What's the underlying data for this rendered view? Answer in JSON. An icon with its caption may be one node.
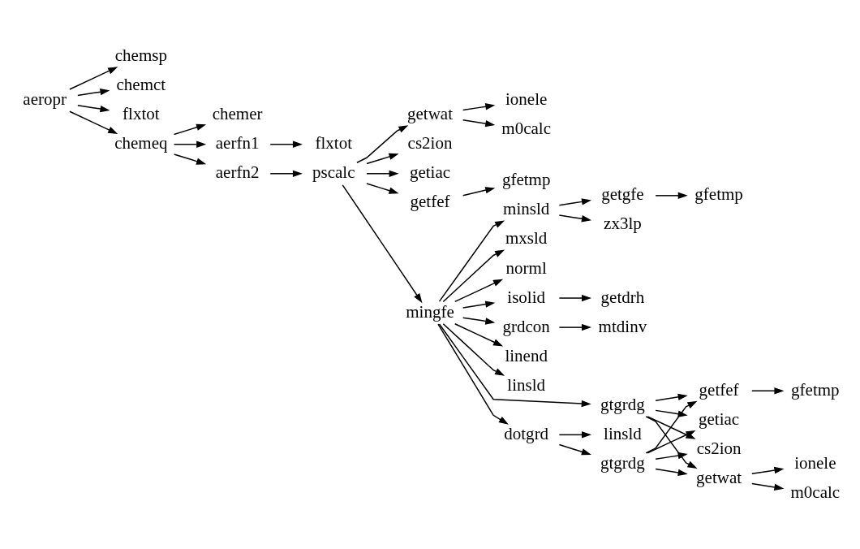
{
  "diagram": {
    "nodes": [
      {
        "text": [
          "aeropr"
        ]
      },
      {
        "text": [
          "chemsp"
        ]
      },
      {
        "text": [
          "chemct"
        ]
      },
      {
        "text": [
          "flxtot"
        ]
      },
      {
        "text": [
          "chemeq"
        ]
      },
      {
        "text": [
          "chemer"
        ]
      },
      {
        "text": [
          "aerfn1"
        ]
      },
      {
        "text": [
          "flxtot"
        ]
      },
      {
        "text": [
          "aerfn2"
        ]
      },
      {
        "text": [
          "pscalc"
        ]
      },
      {
        "text": [
          "getwat"
        ]
      },
      {
        "text": [
          "ionele"
        ]
      },
      {
        "text": [
          "cs2ion"
        ]
      },
      {
        "text": [
          "m0calc"
        ]
      },
      {
        "text": [
          "getiac"
        ]
      },
      {
        "text": [
          "getfef"
        ]
      },
      {
        "text": [
          "gfetmp"
        ]
      },
      {
        "text": [
          "mingfe"
        ]
      },
      {
        "text": [
          "minsld"
        ]
      },
      {
        "text": [
          "getgfe"
        ]
      },
      {
        "text": [
          "gfetmp"
        ]
      },
      {
        "text": [
          "mxsld"
        ]
      },
      {
        "text": [
          "zx3lp"
        ]
      },
      {
        "text": [
          "norml"
        ]
      },
      {
        "text": [
          "isolid"
        ]
      },
      {
        "text": [
          "getdrh"
        ]
      },
      {
        "text": [
          "grdcon"
        ]
      },
      {
        "text": [
          "mtdinv"
        ]
      },
      {
        "text": [
          "linend"
        ]
      },
      {
        "text": [
          "linsld"
        ]
      },
      {
        "text": [
          "gtgrdg"
        ]
      },
      {
        "text": [
          "getfef"
        ]
      },
      {
        "text": [
          "gfetmp"
        ]
      },
      {
        "text": [
          "dotgrd"
        ]
      },
      {
        "text": [
          "gtgrdg"
        ]
      },
      {
        "text": [
          "getiac"
        ]
      },
      {
        "text": [
          "linsld"
        ]
      },
      {
        "text": [
          "cs2ion"
        ]
      },
      {
        "text": [
          "getwat"
        ]
      },
      {
        "text": [
          "ionele"
        ]
      },
      {
        "text": [
          "m0calc"
        ]
      }
    ],
    "edges": [
      {
        "from": 0,
        "to": 1,
        "arrow": "to"
      },
      {
        "from": 0,
        "to": 2,
        "arrow": "to"
      },
      {
        "from": 0,
        "to": 3,
        "arrow": "to"
      },
      {
        "from": 0,
        "to": 4,
        "arrow": "to"
      },
      {
        "from": 4,
        "to": 5,
        "arrow": "to"
      },
      {
        "from": 4,
        "to": 6,
        "arrow": "to"
      },
      {
        "from": 4,
        "to": 8,
        "arrow": "to"
      },
      {
        "from": 6,
        "to": 7,
        "arrow": "to"
      },
      {
        "from": 8,
        "to": 9,
        "arrow": "to"
      },
      {
        "from": 9,
        "to": 10,
        "arrow": "to"
      },
      {
        "from": 9,
        "to": 12,
        "arrow": "to"
      },
      {
        "from": 9,
        "to": 14,
        "arrow": "to"
      },
      {
        "from": 9,
        "to": 15,
        "arrow": "to"
      },
      {
        "from": 9,
        "to": 17,
        "arrow": "to"
      },
      {
        "from": 10,
        "to": 11,
        "arrow": "to"
      },
      {
        "from": 10,
        "to": 13,
        "arrow": "to"
      },
      {
        "from": 15,
        "to": 16,
        "arrow": "to"
      },
      {
        "from": 17,
        "to": 18,
        "arrow": "to"
      },
      {
        "from": 17,
        "to": 21,
        "arrow": "to"
      },
      {
        "from": 17,
        "to": 23,
        "arrow": "to"
      },
      {
        "from": 17,
        "to": 24,
        "arrow": "to"
      },
      {
        "from": 17,
        "to": 26,
        "arrow": "to"
      },
      {
        "from": 17,
        "to": 28,
        "arrow": "to"
      },
      {
        "from": 17,
        "to": 29,
        "arrow": "to"
      },
      {
        "from": 17,
        "to": 30,
        "arrow": "to"
      },
      {
        "from": 17,
        "to": 33,
        "arrow": "to"
      },
      {
        "from": 18,
        "to": 19,
        "arrow": "to"
      },
      {
        "from": 18,
        "to": 22,
        "arrow": "to"
      },
      {
        "from": 19,
        "to": 20,
        "arrow": "to"
      },
      {
        "from": 24,
        "to": 25,
        "arrow": "to"
      },
      {
        "from": 26,
        "to": 27,
        "arrow": "to"
      },
      {
        "from": 30,
        "to": 31,
        "arrow": "to"
      },
      {
        "from": 30,
        "to": 35,
        "arrow": "to"
      },
      {
        "from": 30,
        "to": 37,
        "arrow": "to"
      },
      {
        "from": 30,
        "to": 38,
        "arrow": "to"
      },
      {
        "from": 33,
        "to": 34,
        "arrow": "to"
      },
      {
        "from": 33,
        "to": 36,
        "arrow": "to"
      },
      {
        "from": 34,
        "to": 31,
        "arrow": "to"
      },
      {
        "from": 34,
        "to": 35,
        "arrow": "to"
      },
      {
        "from": 34,
        "to": 37,
        "arrow": "to"
      },
      {
        "from": 34,
        "to": 38,
        "arrow": "to"
      },
      {
        "from": 31,
        "to": 32,
        "arrow": "to"
      },
      {
        "from": 38,
        "to": 39,
        "arrow": "to"
      },
      {
        "from": 38,
        "to": 40,
        "arrow": "to"
      }
    ]
  }
}
